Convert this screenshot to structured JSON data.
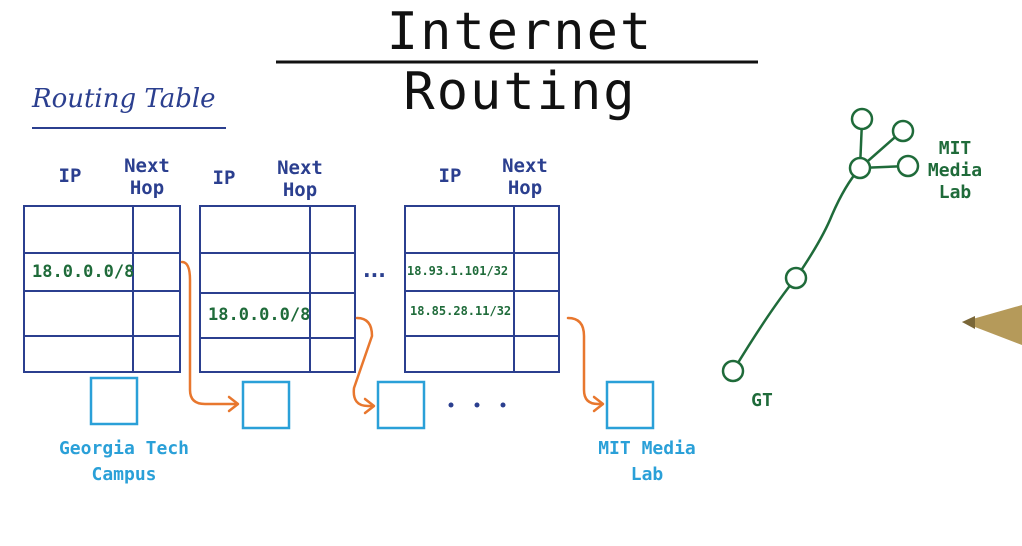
{
  "title": "Internet Routing",
  "subtitle": "Routing Table",
  "columns": {
    "ip": "IP",
    "next_hop": "Next Hop"
  },
  "tables": [
    {
      "entry": "18.0.0.0/8"
    },
    {
      "entry": "18.0.0.0/8"
    },
    {
      "entries": [
        "18.93.1.101/32",
        "18.85.28.11/32"
      ]
    }
  ],
  "ellipsis": "...",
  "labels": {
    "source": [
      "Georgia Tech",
      "Campus"
    ],
    "destination": [
      "MIT Media",
      "Lab"
    ],
    "graph_source": "GT",
    "graph_destination": [
      "MIT",
      "Media",
      "Lab"
    ]
  },
  "colors": {
    "title": "#111111",
    "table": "#2b3f8f",
    "entry": "#1f6b3a",
    "router": "#2aa0d8",
    "arrow": "#e8772e",
    "graph": "#1f6b3a"
  }
}
